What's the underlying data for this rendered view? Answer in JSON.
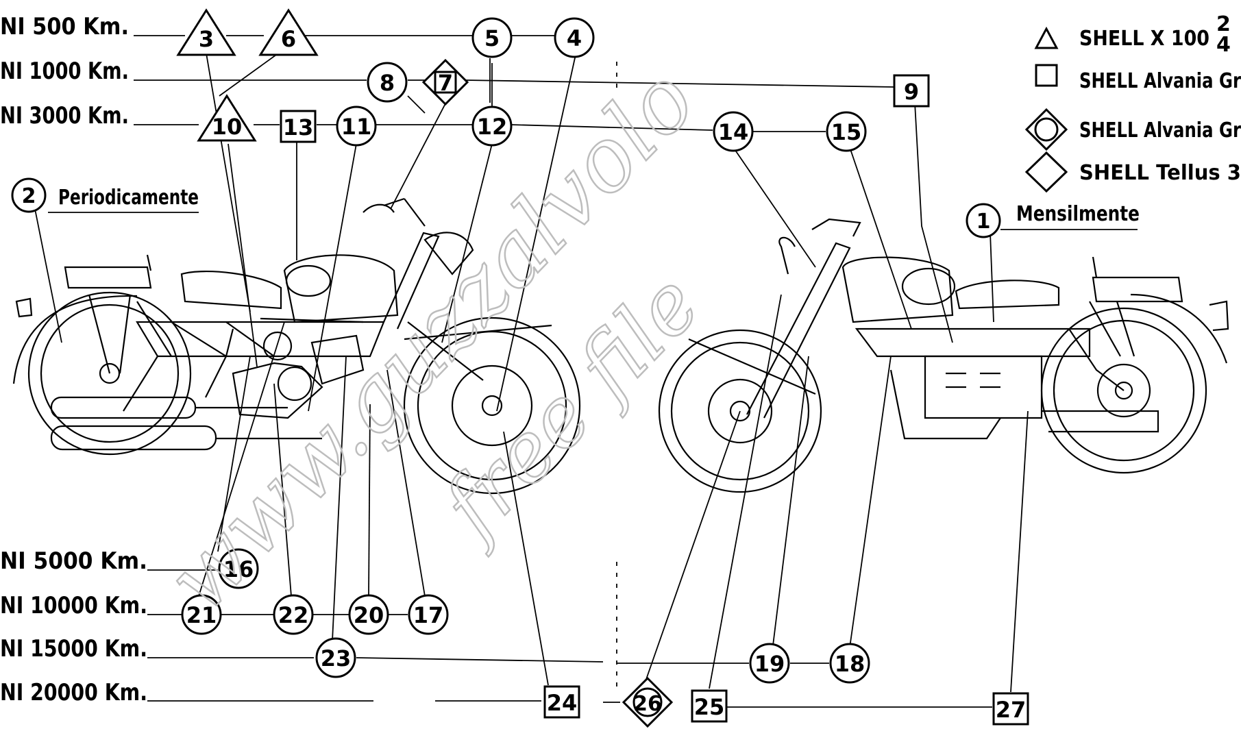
{
  "intervals": {
    "km500": "NI   500 Km.",
    "km1000": "NI 1000 Km.",
    "km3000": "NI 3000 Km.",
    "km5000": "NI   5000 Km.",
    "km10000": "NI  10000 Km.",
    "km15000": "NI 15000 Km.",
    "km20000": "NI 20000 Km."
  },
  "periodic": {
    "marker": "2",
    "label": "Periodicamente"
  },
  "monthly": {
    "marker": "1",
    "label": "Mensilmente"
  },
  "legend": [
    {
      "shape": "triangle",
      "label": "SHELL X 100",
      "suffix_top": "2",
      "suffix_bottom": "4"
    },
    {
      "shape": "square",
      "label": "SHELL Alvania Gr"
    },
    {
      "shape": "diamond-circle",
      "label": "SHELL Alvania Gr"
    },
    {
      "shape": "diamond",
      "label": "SHELL Tellus 3"
    }
  ],
  "markers": {
    "m3": "3",
    "m6": "6",
    "m5": "5",
    "m4": "4",
    "m8": "8",
    "m7": "7",
    "m9": "9",
    "m10": "10",
    "m13": "13",
    "m11": "11",
    "m12": "12",
    "m14": "14",
    "m15": "15",
    "m16": "16",
    "m21": "21",
    "m22": "22",
    "m20": "20",
    "m17": "17",
    "m23": "23",
    "m19": "19",
    "m18": "18",
    "m24": "24",
    "m26": "26",
    "m25": "25",
    "m27": "27"
  },
  "watermark": {
    "line1": "www.guzzalvolo",
    "line2": "free file"
  }
}
